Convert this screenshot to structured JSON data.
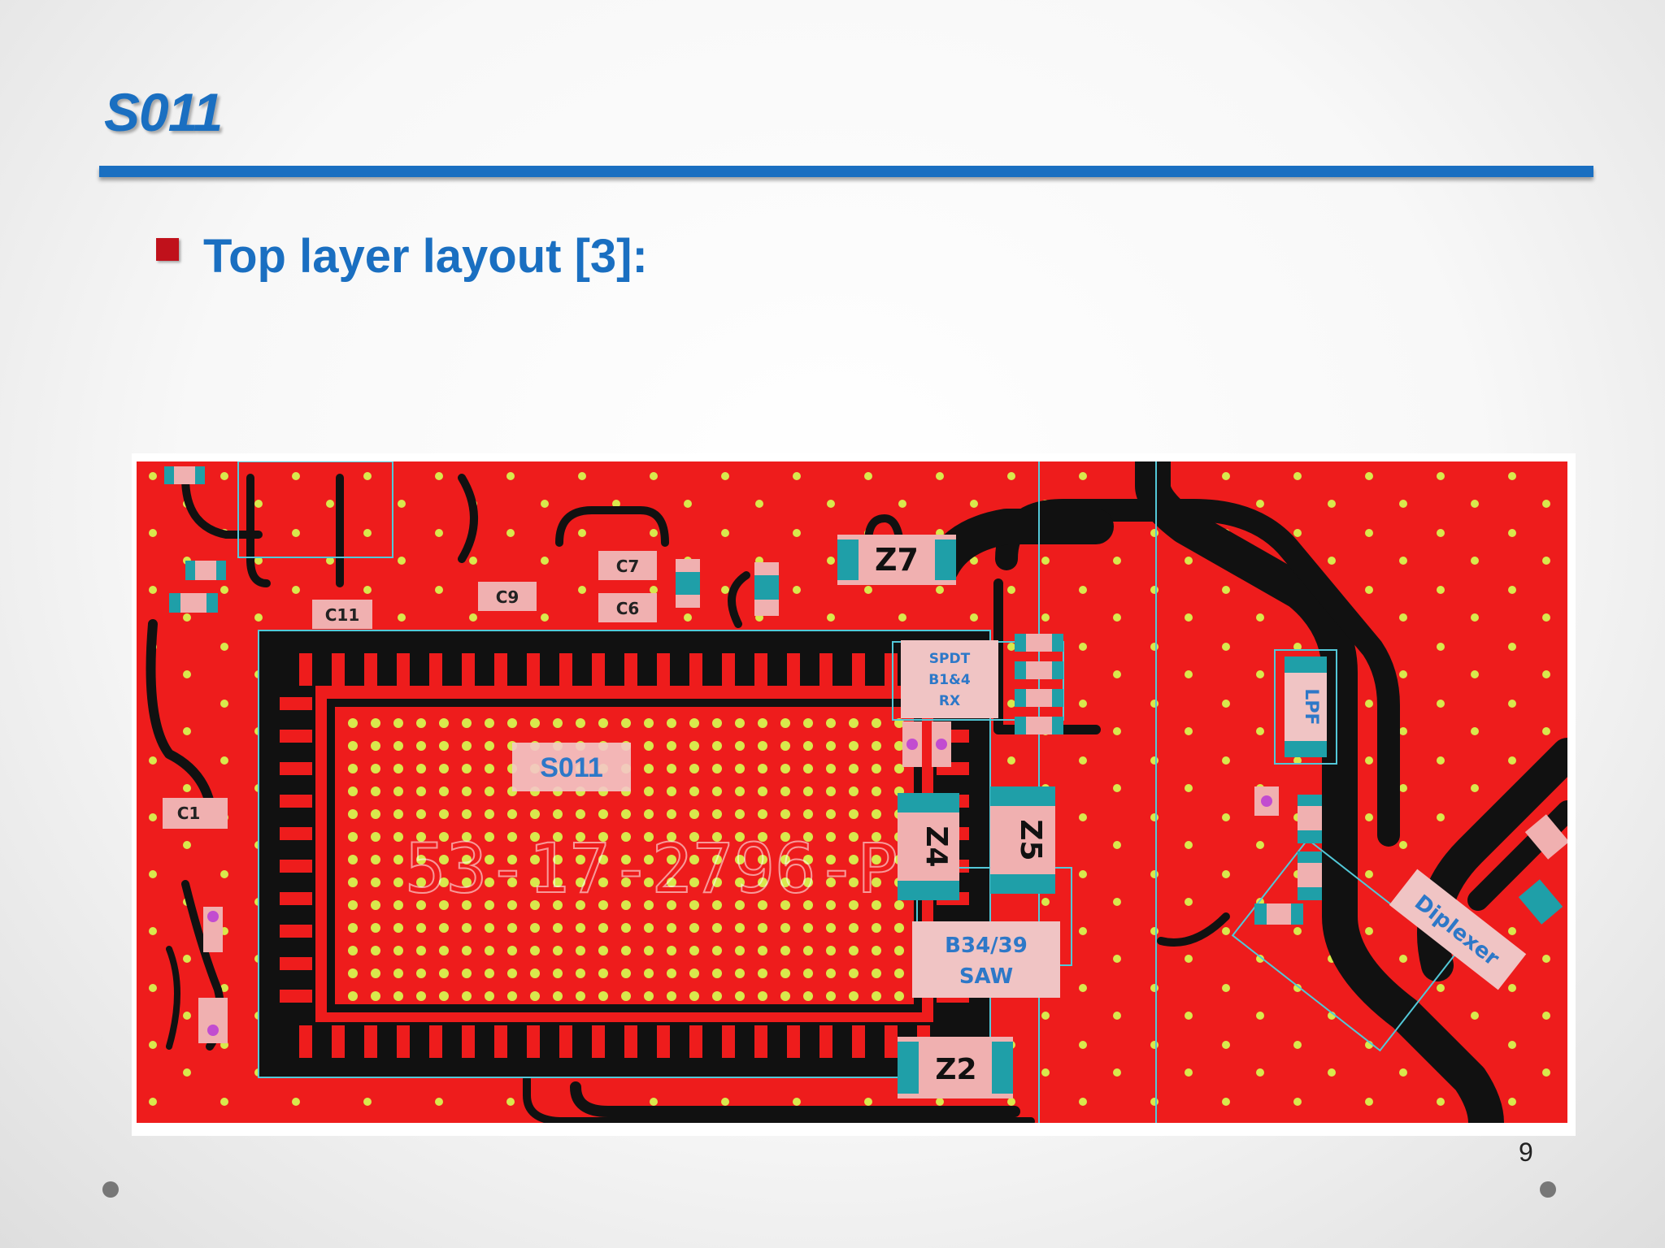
{
  "slide": {
    "title": "S011",
    "bullet": "Top layer layout [3]:",
    "page_number": "9"
  },
  "colors": {
    "accent_blue": "#1a6fc1",
    "bullet_red": "#c0111b",
    "copper_red": "#ee1c1c",
    "trace_black": "#111111",
    "via_yellow": "#d9e84c",
    "silk_blue": "#2d78c8",
    "outline_cyan": "#52c8d8"
  },
  "pcb": {
    "chip_label": "S011",
    "chip_marking": "53-17-2796-P",
    "component_labels": {
      "c11": "C11",
      "c9": "C9",
      "c7": "C7",
      "c6": "C6",
      "c1": "C1",
      "z7": "Z7",
      "z4": "Z4",
      "z5": "Z5",
      "z2": "Z2",
      "spdt_1": "SPDT",
      "spdt_2": "B1&4",
      "spdt_3": "RX",
      "saw_1": "B34/39",
      "saw_2": "SAW",
      "lpf": "LPF",
      "diplexer": "Diplexer"
    }
  }
}
